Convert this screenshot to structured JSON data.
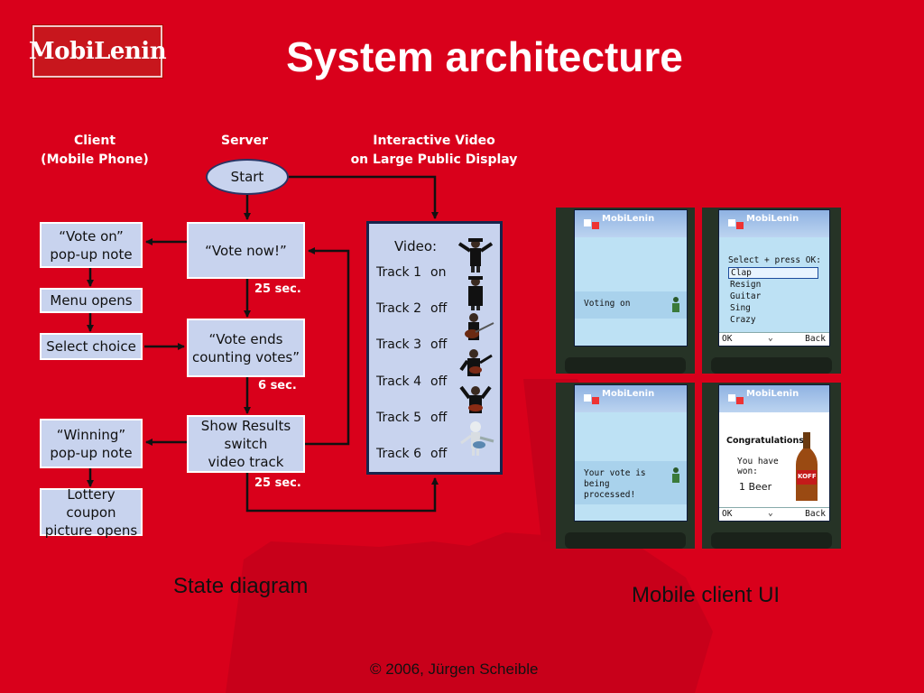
{
  "logo": {
    "text": "MobiLenin"
  },
  "title": "System architecture",
  "diagram": {
    "headers": {
      "client_line1": "Client",
      "client_line2": "(Mobile Phone)",
      "server": "Server",
      "video_line1": "Interactive Video",
      "video_line2": "on Large Public Display"
    },
    "start": "Start",
    "client": {
      "vote_on_1": "“Vote on”",
      "vote_on_2": "pop-up note",
      "menu_opens": "Menu opens",
      "select_choice": "Select choice",
      "winning_1": "“Winning”",
      "winning_2": "pop-up note",
      "lottery_1": "Lottery coupon",
      "lottery_2": "picture opens"
    },
    "server": {
      "vote_now": "“Vote now!”",
      "vote_ends_1": "“Vote ends",
      "vote_ends_2": "counting votes”",
      "show_1": "Show Results",
      "show_2": "switch",
      "show_3": "video track"
    },
    "durations": [
      "25 sec.",
      "6 sec.",
      "25 sec."
    ],
    "video": {
      "label": "Video:",
      "tracks": [
        {
          "name": "Track 1",
          "state": "on"
        },
        {
          "name": "Track 2",
          "state": "off"
        },
        {
          "name": "Track 3",
          "state": "off"
        },
        {
          "name": "Track 4",
          "state": "off"
        },
        {
          "name": "Track 5",
          "state": "off"
        },
        {
          "name": "Track 6",
          "state": "off"
        }
      ]
    }
  },
  "phones": {
    "app_name": "MobiLenin",
    "voting_on": "Voting on",
    "select_prompt": "Select + press OK:",
    "options": [
      "Clap",
      "Resign",
      "Guitar",
      "Sing",
      "Crazy"
    ],
    "soft_ok": "OK",
    "soft_back": "Back",
    "processed_1": "Your vote is",
    "processed_2": "being",
    "processed_3": "processed!",
    "congrats": "Congratulations!",
    "you_have": "You have",
    "won": "won:",
    "prize": "1 Beer",
    "beer_label": "KOFF"
  },
  "captions": {
    "left": "State diagram",
    "right": "Mobile client UI"
  },
  "footer": "© 2006, Jürgen Scheible"
}
